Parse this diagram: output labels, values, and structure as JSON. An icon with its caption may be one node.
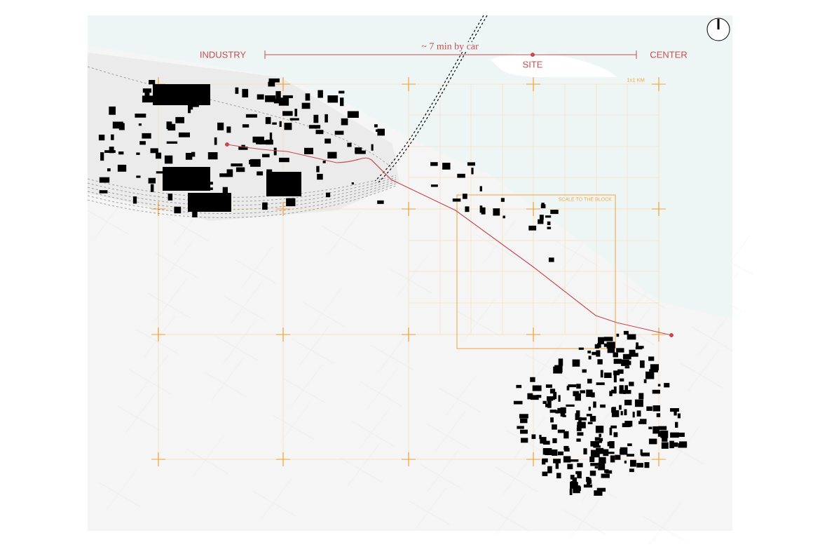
{
  "diagram": {
    "labels": [
      "~ 7 min by car",
      "INDUSTRY",
      "CENTER",
      "SITE",
      "1x1 KM",
      "SCALE TO THE BLOCK"
    ]
  }
}
